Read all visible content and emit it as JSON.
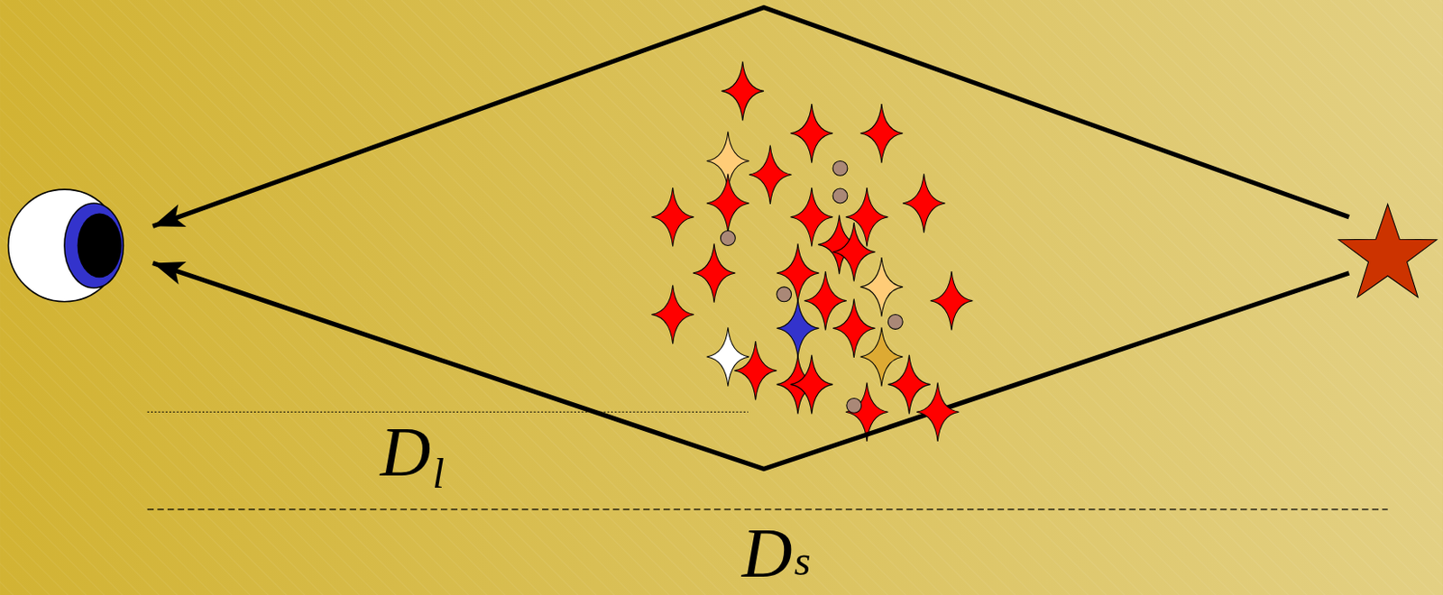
{
  "diagram": {
    "labels": [
      "D",
      "l",
      "D",
      "s"
    ]
  }
}
